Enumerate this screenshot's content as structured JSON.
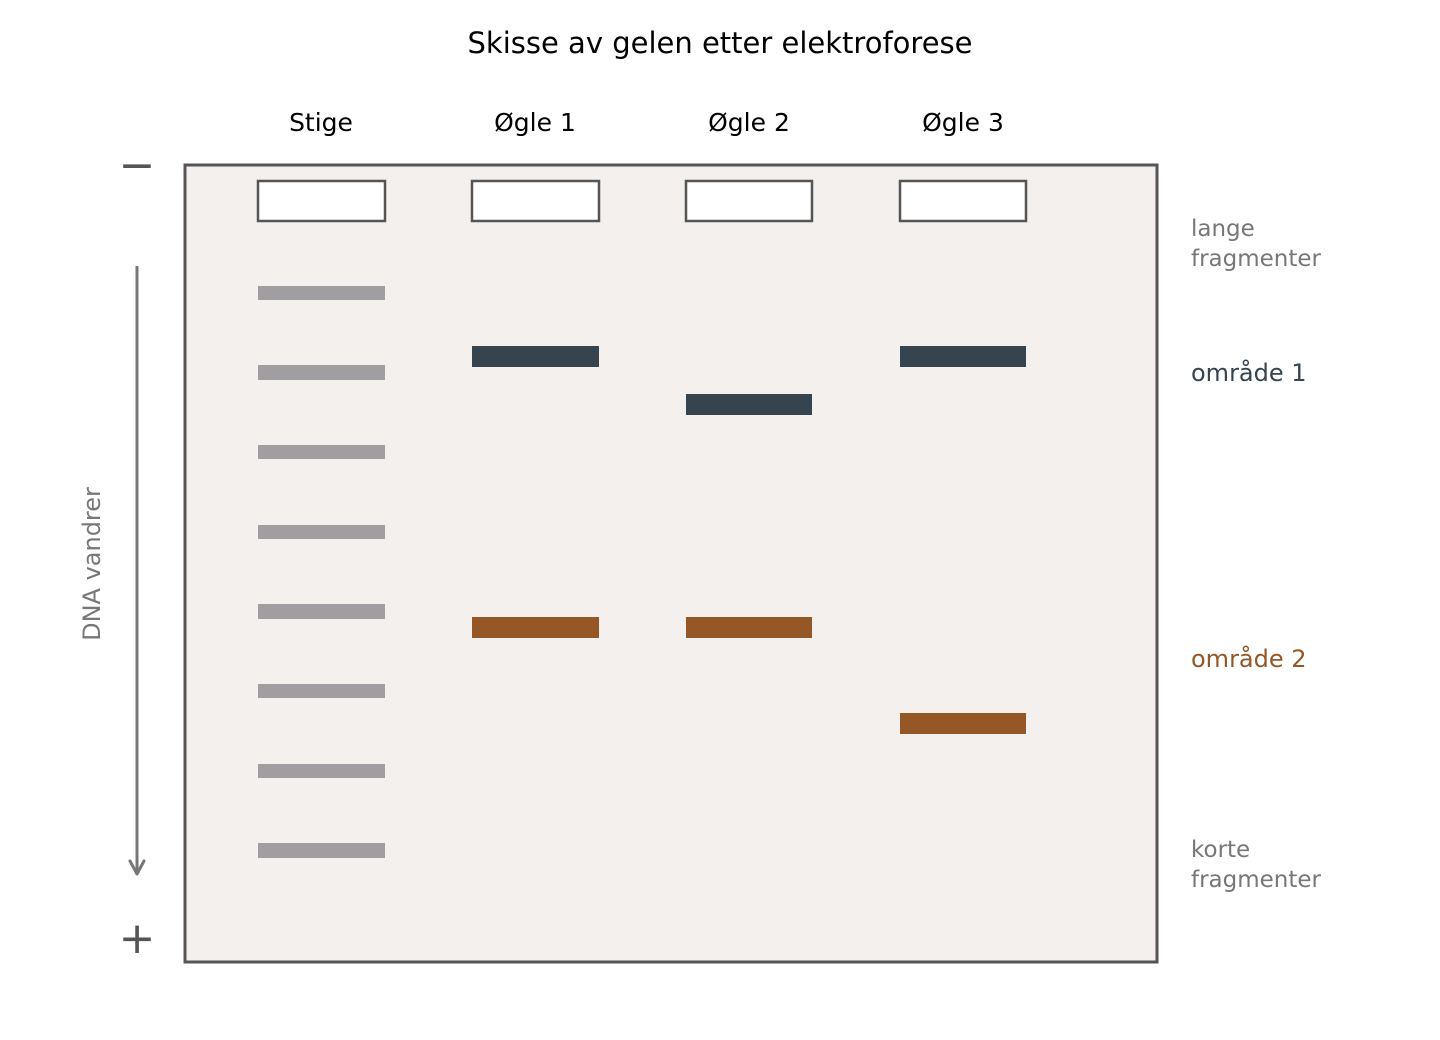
{
  "title": "Skisse av gelen etter elektroforese",
  "lanes": [
    {
      "label": "Stige"
    },
    {
      "label": "Øgle 1"
    },
    {
      "label": "Øgle 2"
    },
    {
      "label": "Øgle 3"
    }
  ],
  "electrodes": {
    "negative": "−",
    "positive": "+"
  },
  "migration_label": "DNA vandrer",
  "side_labels": {
    "long": [
      "lange",
      "fragmenter"
    ],
    "region1": "område 1",
    "region2": "område 2",
    "short": [
      "korte",
      "fragmenter"
    ]
  },
  "colors": {
    "gel": "#f3f0ed",
    "border": "#555555",
    "ladder": "#a09ea0",
    "region1": "#36444f",
    "region2": "#955726",
    "muted": "#777777"
  }
}
